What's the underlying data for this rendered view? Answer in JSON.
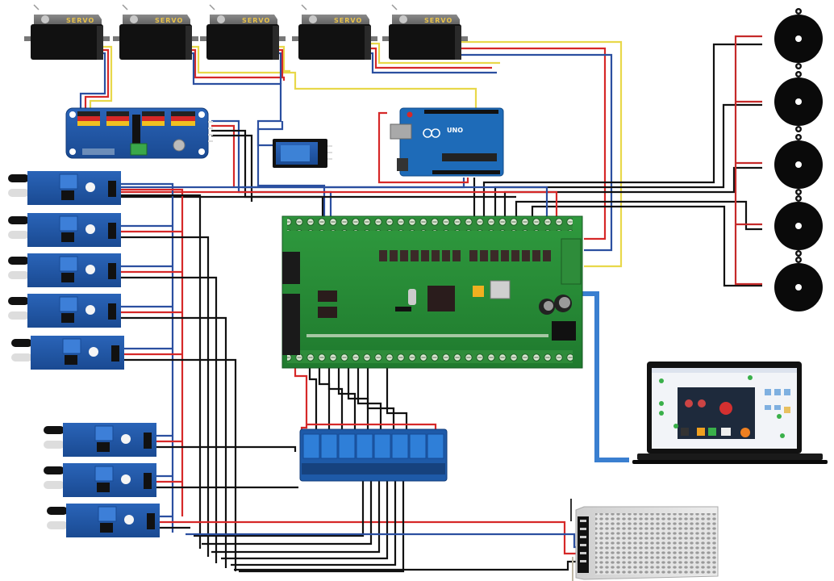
{
  "diagram": {
    "title": "",
    "description": "Wiring diagram: servos, PCA9685 servo driver, relay module, Arduino UNO, IR obstacle sensors, main I/O controller board, 8-channel relay module, buzzers, laptop with HMI software, switching power supply"
  },
  "components": {
    "servos": [
      {
        "id": "servo-1",
        "label": "SERVO"
      },
      {
        "id": "servo-2",
        "label": "SERVO"
      },
      {
        "id": "servo-3",
        "label": "SERVO"
      },
      {
        "id": "servo-4",
        "label": "SERVO"
      },
      {
        "id": "servo-5",
        "label": "SERVO"
      }
    ],
    "servo_driver": {
      "id": "servo-driver",
      "name": "16-channel PWM servo driver"
    },
    "single_relay": {
      "id": "single-relay",
      "name": "1-channel relay module"
    },
    "arduino": {
      "id": "arduino-uno",
      "name": "Arduino UNO",
      "logo_text": "UNO"
    },
    "ir_sensors": [
      {
        "id": "ir-sensor-1"
      },
      {
        "id": "ir-sensor-2"
      },
      {
        "id": "ir-sensor-3"
      },
      {
        "id": "ir-sensor-4"
      },
      {
        "id": "ir-sensor-5"
      },
      {
        "id": "ir-sensor-6"
      },
      {
        "id": "ir-sensor-7"
      },
      {
        "id": "ir-sensor-8"
      }
    ],
    "controller": {
      "id": "io-controller",
      "name": "Main I/O controller board"
    },
    "relay_board": {
      "id": "relay-8ch",
      "name": "8-channel relay module",
      "channels": 8
    },
    "buzzers": [
      {
        "id": "buzzer-1"
      },
      {
        "id": "buzzer-2"
      },
      {
        "id": "buzzer-3"
      },
      {
        "id": "buzzer-4"
      },
      {
        "id": "buzzer-5"
      }
    ],
    "laptop": {
      "id": "laptop",
      "name": "Laptop running HMI software"
    },
    "power_supply": {
      "id": "power-supply",
      "name": "Switching power supply"
    }
  },
  "wire_colors": {
    "signal": "#e8d84a",
    "power": "#d62828",
    "ground": "#111111",
    "data": "#2b4fa0",
    "usb": "#3a7fd0"
  }
}
